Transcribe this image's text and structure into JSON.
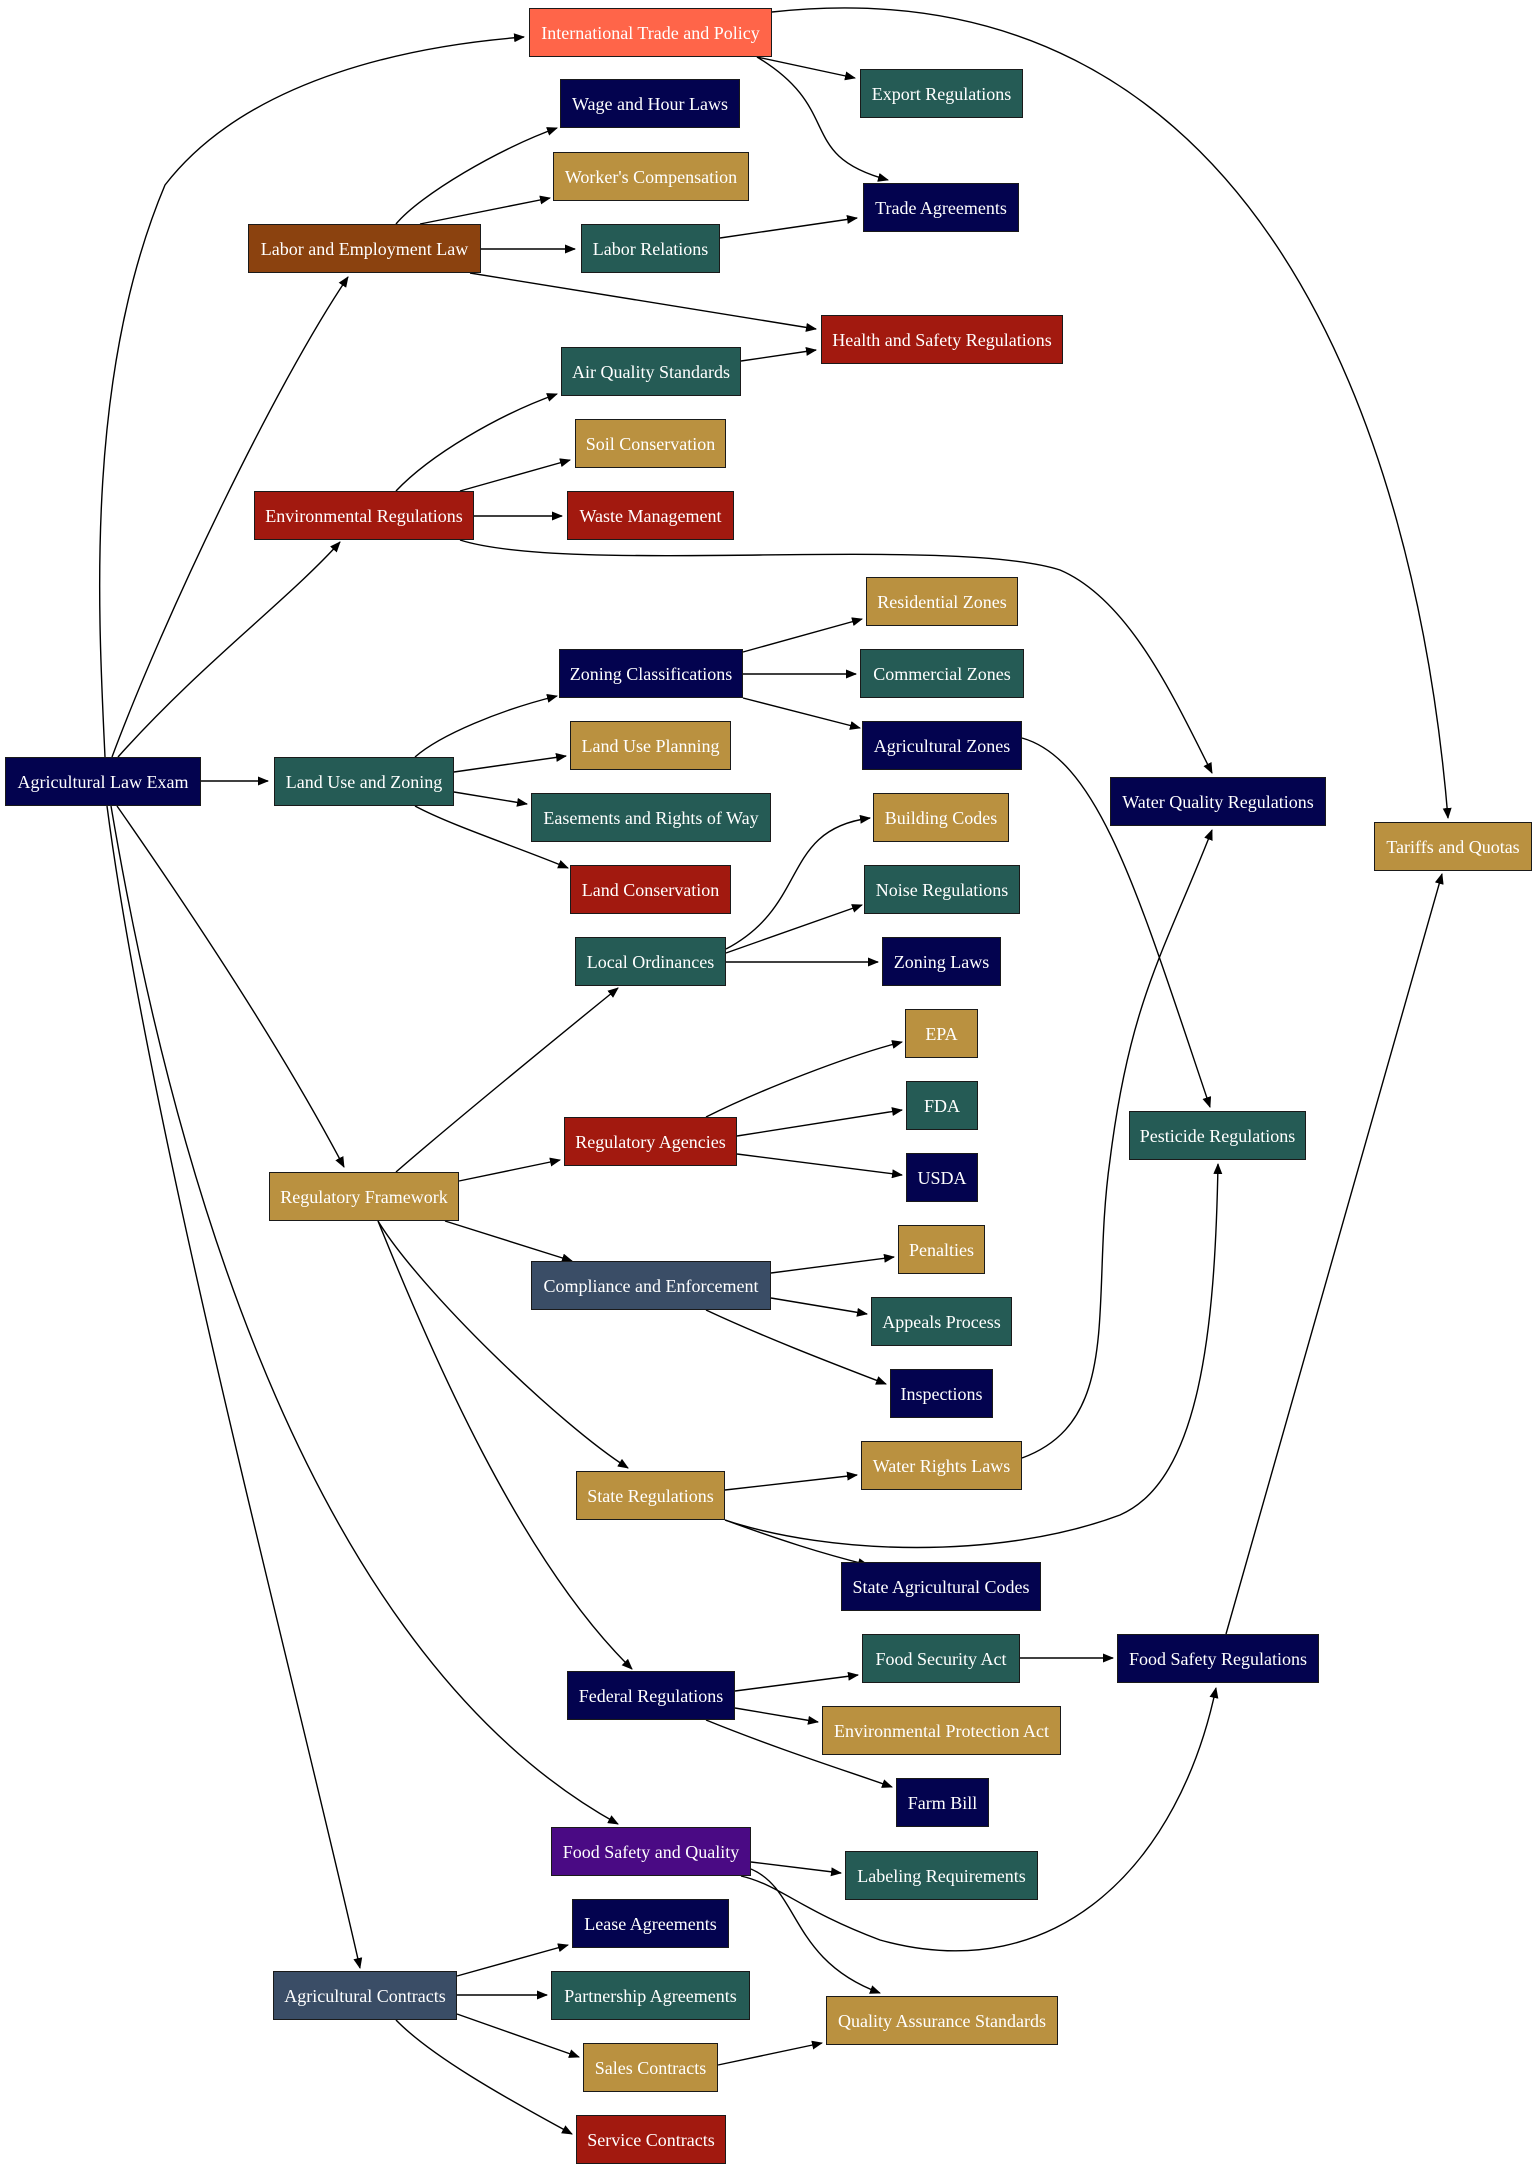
{
  "palette": {
    "navy": "#03034F",
    "teal": "#255B55",
    "gold": "#BA9140",
    "red": "#A2190F",
    "brown": "#8B420F",
    "coral": "#FF6549",
    "slate": "#3A4D66",
    "purple": "#4A0A84"
  },
  "nodes": [
    {
      "id": "agricultural-law-exam",
      "label": "Agricultural Law Exam",
      "color": "navy"
    },
    {
      "id": "international-trade-and-policy",
      "label": "International Trade and Policy",
      "color": "coral"
    },
    {
      "id": "labor-and-employment-law",
      "label": "Labor and Employment Law",
      "color": "brown"
    },
    {
      "id": "environmental-regulations",
      "label": "Environmental Regulations",
      "color": "red"
    },
    {
      "id": "land-use-and-zoning",
      "label": "Land Use and Zoning",
      "color": "teal"
    },
    {
      "id": "regulatory-framework",
      "label": "Regulatory Framework",
      "color": "gold"
    },
    {
      "id": "food-safety-and-quality",
      "label": "Food Safety and Quality",
      "color": "purple"
    },
    {
      "id": "agricultural-contracts",
      "label": "Agricultural Contracts",
      "color": "slate"
    },
    {
      "id": "export-regulations",
      "label": "Export Regulations",
      "color": "teal"
    },
    {
      "id": "trade-agreements",
      "label": "Trade Agreements",
      "color": "navy"
    },
    {
      "id": "tariffs-and-quotas",
      "label": "Tariffs and Quotas",
      "color": "gold"
    },
    {
      "id": "wage-and-hour-laws",
      "label": "Wage and Hour Laws",
      "color": "navy"
    },
    {
      "id": "workers-compensation",
      "label": "Worker's Compensation",
      "color": "gold"
    },
    {
      "id": "labor-relations",
      "label": "Labor Relations",
      "color": "teal"
    },
    {
      "id": "health-and-safety-regulations",
      "label": "Health and Safety Regulations",
      "color": "red"
    },
    {
      "id": "air-quality-standards",
      "label": "Air Quality Standards",
      "color": "teal"
    },
    {
      "id": "soil-conservation",
      "label": "Soil Conservation",
      "color": "gold"
    },
    {
      "id": "waste-management",
      "label": "Waste Management",
      "color": "red"
    },
    {
      "id": "water-quality-regulations",
      "label": "Water Quality Regulations",
      "color": "navy"
    },
    {
      "id": "zoning-classifications",
      "label": "Zoning Classifications",
      "color": "navy"
    },
    {
      "id": "land-use-planning",
      "label": "Land Use Planning",
      "color": "gold"
    },
    {
      "id": "easements-and-rights-of-way",
      "label": "Easements and Rights of Way",
      "color": "teal"
    },
    {
      "id": "land-conservation",
      "label": "Land Conservation",
      "color": "red"
    },
    {
      "id": "residential-zones",
      "label": "Residential Zones",
      "color": "gold"
    },
    {
      "id": "commercial-zones",
      "label": "Commercial Zones",
      "color": "teal"
    },
    {
      "id": "agricultural-zones",
      "label": "Agricultural Zones",
      "color": "navy"
    },
    {
      "id": "local-ordinances",
      "label": "Local Ordinances",
      "color": "teal"
    },
    {
      "id": "building-codes",
      "label": "Building Codes",
      "color": "gold"
    },
    {
      "id": "noise-regulations",
      "label": "Noise Regulations",
      "color": "teal"
    },
    {
      "id": "zoning-laws",
      "label": "Zoning Laws",
      "color": "navy"
    },
    {
      "id": "regulatory-agencies",
      "label": "Regulatory Agencies",
      "color": "red"
    },
    {
      "id": "epa",
      "label": "EPA",
      "color": "gold"
    },
    {
      "id": "fda",
      "label": "FDA",
      "color": "teal"
    },
    {
      "id": "usda",
      "label": "USDA",
      "color": "navy"
    },
    {
      "id": "pesticide-regulations",
      "label": "Pesticide Regulations",
      "color": "teal"
    },
    {
      "id": "compliance-and-enforcement",
      "label": "Compliance and Enforcement",
      "color": "slate"
    },
    {
      "id": "penalties",
      "label": "Penalties",
      "color": "gold"
    },
    {
      "id": "appeals-process",
      "label": "Appeals Process",
      "color": "teal"
    },
    {
      "id": "inspections",
      "label": "Inspections",
      "color": "navy"
    },
    {
      "id": "state-regulations",
      "label": "State Regulations",
      "color": "gold"
    },
    {
      "id": "water-rights-laws",
      "label": "Water Rights Laws",
      "color": "gold"
    },
    {
      "id": "state-agricultural-codes",
      "label": "State Agricultural Codes",
      "color": "navy"
    },
    {
      "id": "federal-regulations",
      "label": "Federal Regulations",
      "color": "navy"
    },
    {
      "id": "food-security-act",
      "label": "Food Security Act",
      "color": "teal"
    },
    {
      "id": "environmental-protection-act",
      "label": "Environmental Protection Act",
      "color": "gold"
    },
    {
      "id": "farm-bill",
      "label": "Farm Bill",
      "color": "navy"
    },
    {
      "id": "food-safety-regulations",
      "label": "Food Safety Regulations",
      "color": "navy"
    },
    {
      "id": "labeling-requirements",
      "label": "Labeling Requirements",
      "color": "teal"
    },
    {
      "id": "quality-assurance-standards",
      "label": "Quality Assurance Standards",
      "color": "gold"
    },
    {
      "id": "lease-agreements",
      "label": "Lease Agreements",
      "color": "navy"
    },
    {
      "id": "partnership-agreements",
      "label": "Partnership Agreements",
      "color": "teal"
    },
    {
      "id": "sales-contracts",
      "label": "Sales Contracts",
      "color": "gold"
    },
    {
      "id": "service-contracts",
      "label": "Service Contracts",
      "color": "red"
    }
  ],
  "edges": [
    [
      "agricultural-law-exam",
      "international-trade-and-policy"
    ],
    [
      "agricultural-law-exam",
      "labor-and-employment-law"
    ],
    [
      "agricultural-law-exam",
      "environmental-regulations"
    ],
    [
      "agricultural-law-exam",
      "land-use-and-zoning"
    ],
    [
      "agricultural-law-exam",
      "regulatory-framework"
    ],
    [
      "agricultural-law-exam",
      "food-safety-and-quality"
    ],
    [
      "agricultural-law-exam",
      "agricultural-contracts"
    ],
    [
      "international-trade-and-policy",
      "export-regulations"
    ],
    [
      "international-trade-and-policy",
      "trade-agreements"
    ],
    [
      "international-trade-and-policy",
      "tariffs-and-quotas"
    ],
    [
      "labor-and-employment-law",
      "wage-and-hour-laws"
    ],
    [
      "labor-and-employment-law",
      "workers-compensation"
    ],
    [
      "labor-and-employment-law",
      "labor-relations"
    ],
    [
      "labor-and-employment-law",
      "health-and-safety-regulations"
    ],
    [
      "labor-relations",
      "trade-agreements"
    ],
    [
      "environmental-regulations",
      "air-quality-standards"
    ],
    [
      "environmental-regulations",
      "soil-conservation"
    ],
    [
      "environmental-regulations",
      "waste-management"
    ],
    [
      "environmental-regulations",
      "water-quality-regulations"
    ],
    [
      "air-quality-standards",
      "health-and-safety-regulations"
    ],
    [
      "land-use-and-zoning",
      "zoning-classifications"
    ],
    [
      "land-use-and-zoning",
      "land-use-planning"
    ],
    [
      "land-use-and-zoning",
      "easements-and-rights-of-way"
    ],
    [
      "land-use-and-zoning",
      "land-conservation"
    ],
    [
      "zoning-classifications",
      "residential-zones"
    ],
    [
      "zoning-classifications",
      "commercial-zones"
    ],
    [
      "zoning-classifications",
      "agricultural-zones"
    ],
    [
      "agricultural-zones",
      "pesticide-regulations"
    ],
    [
      "regulatory-framework",
      "local-ordinances"
    ],
    [
      "regulatory-framework",
      "regulatory-agencies"
    ],
    [
      "regulatory-framework",
      "compliance-and-enforcement"
    ],
    [
      "regulatory-framework",
      "state-regulations"
    ],
    [
      "regulatory-framework",
      "federal-regulations"
    ],
    [
      "local-ordinances",
      "building-codes"
    ],
    [
      "local-ordinances",
      "noise-regulations"
    ],
    [
      "local-ordinances",
      "zoning-laws"
    ],
    [
      "regulatory-agencies",
      "epa"
    ],
    [
      "regulatory-agencies",
      "fda"
    ],
    [
      "regulatory-agencies",
      "usda"
    ],
    [
      "compliance-and-enforcement",
      "penalties"
    ],
    [
      "compliance-and-enforcement",
      "appeals-process"
    ],
    [
      "compliance-and-enforcement",
      "inspections"
    ],
    [
      "state-regulations",
      "water-rights-laws"
    ],
    [
      "state-regulations",
      "state-agricultural-codes"
    ],
    [
      "state-regulations",
      "pesticide-regulations"
    ],
    [
      "water-rights-laws",
      "water-quality-regulations"
    ],
    [
      "federal-regulations",
      "food-security-act"
    ],
    [
      "federal-regulations",
      "environmental-protection-act"
    ],
    [
      "federal-regulations",
      "farm-bill"
    ],
    [
      "food-security-act",
      "food-safety-regulations"
    ],
    [
      "food-safety-regulations",
      "tariffs-and-quotas"
    ],
    [
      "food-safety-and-quality",
      "labeling-requirements"
    ],
    [
      "food-safety-and-quality",
      "quality-assurance-standards"
    ],
    [
      "food-safety-and-quality",
      "food-safety-regulations"
    ],
    [
      "agricultural-contracts",
      "lease-agreements"
    ],
    [
      "agricultural-contracts",
      "partnership-agreements"
    ],
    [
      "agricultural-contracts",
      "sales-contracts"
    ],
    [
      "agricultural-contracts",
      "service-contracts"
    ],
    [
      "sales-contracts",
      "quality-assurance-standards"
    ]
  ]
}
